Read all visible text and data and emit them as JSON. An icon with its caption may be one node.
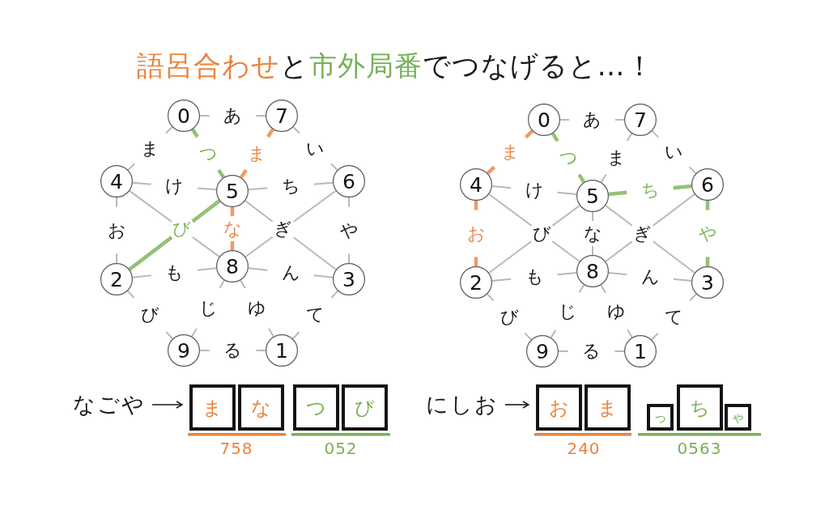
{
  "diagram": {
    "title": "語呂合わせと市外局番でつなげると…！",
    "nodes": [
      {
        "text": [
          "0"
        ]
      },
      {
        "text": [
          "7"
        ]
      },
      {
        "text": [
          "4"
        ]
      },
      {
        "text": [
          "5"
        ]
      },
      {
        "text": [
          "6"
        ]
      },
      {
        "text": [
          "2"
        ]
      },
      {
        "text": [
          "8"
        ]
      },
      {
        "text": [
          "3"
        ]
      },
      {
        "text": [
          "9"
        ]
      },
      {
        "text": [
          "1"
        ]
      },
      {
        "text": [
          "0"
        ]
      },
      {
        "text": [
          "7"
        ]
      },
      {
        "text": [
          "4"
        ]
      },
      {
        "text": [
          "5"
        ]
      },
      {
        "text": [
          "6"
        ]
      },
      {
        "text": [
          "2"
        ]
      },
      {
        "text": [
          "8"
        ]
      },
      {
        "text": [
          "3"
        ]
      },
      {
        "text": [
          "9"
        ]
      },
      {
        "text": [
          "1"
        ]
      },
      {
        "text": [
          "なごや"
        ]
      },
      {
        "text": [
          "ま"
        ]
      },
      {
        "text": [
          "な"
        ]
      },
      {
        "text": [
          "つ"
        ]
      },
      {
        "text": [
          "び"
        ]
      },
      {
        "text": [
          "にしお"
        ]
      },
      {
        "text": [
          "お"
        ]
      },
      {
        "text": [
          "ま"
        ]
      },
      {
        "text": [
          "っ"
        ]
      },
      {
        "text": [
          "ち"
        ]
      },
      {
        "text": [
          "ゃ"
        ]
      }
    ],
    "edges": [
      {
        "from": 0,
        "to": 1,
        "label": "あ",
        "arrow": "none"
      },
      {
        "from": 0,
        "to": 2,
        "label": "ま",
        "arrow": "none"
      },
      {
        "from": 0,
        "to": 3,
        "label": "つ",
        "arrow": "none",
        "style": "thick",
        "color": "#7fb65e"
      },
      {
        "from": 1,
        "to": 3,
        "label": "ま",
        "arrow": "none",
        "style": "thick",
        "color": "#eb8a4c"
      },
      {
        "from": 1,
        "to": 4,
        "label": "い",
        "arrow": "none"
      },
      {
        "from": 2,
        "to": 3,
        "label": "け",
        "arrow": "none"
      },
      {
        "from": 3,
        "to": 4,
        "label": "ち",
        "arrow": "none"
      },
      {
        "from": 2,
        "to": 5,
        "label": "お",
        "arrow": "none"
      },
      {
        "from": 2,
        "to": 6,
        "arrow": "none"
      },
      {
        "from": 3,
        "to": 5,
        "label": "び",
        "arrow": "none",
        "style": "thick",
        "color": "#7fb65e"
      },
      {
        "from": 3,
        "to": 6,
        "label": "な",
        "arrow": "none",
        "style": "thick",
        "color": "#eb8a4c"
      },
      {
        "from": 3,
        "to": 7,
        "label": "ぎ",
        "arrow": "none"
      },
      {
        "from": 4,
        "to": 6,
        "arrow": "none"
      },
      {
        "from": 4,
        "to": 7,
        "label": "や",
        "arrow": "none"
      },
      {
        "from": 5,
        "to": 6,
        "label": "も",
        "arrow": "none"
      },
      {
        "from": 6,
        "to": 7,
        "label": "ん",
        "arrow": "none"
      },
      {
        "from": 5,
        "to": 8,
        "label": "び",
        "arrow": "none"
      },
      {
        "from": 6,
        "to": 8,
        "label": "じ",
        "arrow": "none"
      },
      {
        "from": 6,
        "to": 9,
        "label": "ゆ",
        "arrow": "none"
      },
      {
        "from": 7,
        "to": 9,
        "label": "て",
        "arrow": "none"
      },
      {
        "from": 8,
        "to": 9,
        "label": "る",
        "arrow": "none"
      },
      {
        "from": 10,
        "to": 11,
        "label": "あ",
        "arrow": "none"
      },
      {
        "from": 12,
        "to": 10,
        "label": "ま",
        "arrow": "none",
        "style": "thick",
        "color": "#eb8a4c"
      },
      {
        "from": 10,
        "to": 13,
        "label": "つ",
        "arrow": "none",
        "style": "thick",
        "color": "#7fb65e"
      },
      {
        "from": 11,
        "to": 13,
        "label": "ま",
        "arrow": "none"
      },
      {
        "from": 11,
        "to": 14,
        "label": "い",
        "arrow": "none"
      },
      {
        "from": 12,
        "to": 13,
        "label": "け",
        "arrow": "none"
      },
      {
        "from": 13,
        "to": 14,
        "label": "ち",
        "arrow": "none",
        "style": "thick",
        "color": "#7fb65e"
      },
      {
        "from": 15,
        "to": 12,
        "label": "お",
        "arrow": "none",
        "style": "thick",
        "color": "#eb8a4c"
      },
      {
        "from": 12,
        "to": 16,
        "arrow": "none"
      },
      {
        "from": 13,
        "to": 15,
        "label": "び",
        "arrow": "none"
      },
      {
        "from": 13,
        "to": 16,
        "label": "な",
        "arrow": "none"
      },
      {
        "from": 13,
        "to": 17,
        "label": "ぎ",
        "arrow": "none"
      },
      {
        "from": 14,
        "to": 16,
        "arrow": "none"
      },
      {
        "from": 14,
        "to": 17,
        "label": "や",
        "arrow": "none",
        "style": "thick",
        "color": "#7fb65e"
      },
      {
        "from": 15,
        "to": 16,
        "label": "も",
        "arrow": "none"
      },
      {
        "from": 16,
        "to": 17,
        "label": "ん",
        "arrow": "none"
      },
      {
        "from": 15,
        "to": 18,
        "label": "び",
        "arrow": "none"
      },
      {
        "from": 16,
        "to": 18,
        "label": "じ",
        "arrow": "none"
      },
      {
        "from": 16,
        "to": 19,
        "label": "ゆ",
        "arrow": "none"
      },
      {
        "from": 17,
        "to": 19,
        "label": "て",
        "arrow": "none"
      },
      {
        "from": 18,
        "to": 19,
        "label": "る",
        "arrow": "none"
      },
      {
        "from": 20,
        "to": 21,
        "arrow": "to",
        "color": "#1a1a1a"
      },
      {
        "from": 25,
        "to": 26,
        "arrow": "to",
        "color": "#1a1a1a"
      }
    ],
    "labels": [
      "758",
      "052",
      "240",
      "0563"
    ]
  }
}
